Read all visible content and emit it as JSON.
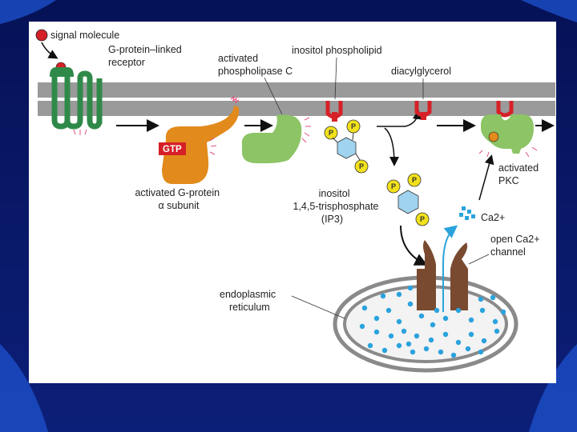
{
  "colors": {
    "background": "#0b1a66",
    "panel": "#ffffff",
    "membrane": "#9a9a9a",
    "receptor": "#2f8a4a",
    "signal": "#d62027",
    "g_protein": "#e28a1c",
    "gtp_badge": "#d62027",
    "phospholipase": "#8cc466",
    "phospholipid": "#d62027",
    "phosphate": "#f2e11b",
    "ip3_ring": "#9fd3ef",
    "pkc": "#8cc466",
    "channel": "#7a4a30",
    "er_fill": "#f2f2f2",
    "calcium": "#2aa3dd"
  },
  "labels": {
    "signal_molecule": "signal molecule",
    "gpcr": [
      "G-protein–linked",
      "receptor"
    ],
    "activated_plc": [
      "activated",
      "phospholipase C"
    ],
    "inositol_phospholipid": "inositol phospholipid",
    "diacylglycerol": "diacylglycerol",
    "gtp": "GTP",
    "activated_g_protein": [
      "activated G-protein",
      "α subunit"
    ],
    "ip3": [
      "inositol",
      "1,4,5-trisphosphate",
      "(IP3)"
    ],
    "activated_pkc": [
      "activated",
      "PKC"
    ],
    "ca": "Ca2+",
    "open_ca_channel": [
      "open Ca2+",
      "channel"
    ],
    "er": [
      "endoplasmic",
      "reticulum"
    ],
    "phosphate": "P"
  },
  "icons": [
    "signal-molecule-dot",
    "receptor-icon",
    "g-protein-icon",
    "plc-icon",
    "phospholipid-icon",
    "ip3-icon",
    "pkc-icon",
    "ca-channel-icon",
    "er-icon"
  ]
}
